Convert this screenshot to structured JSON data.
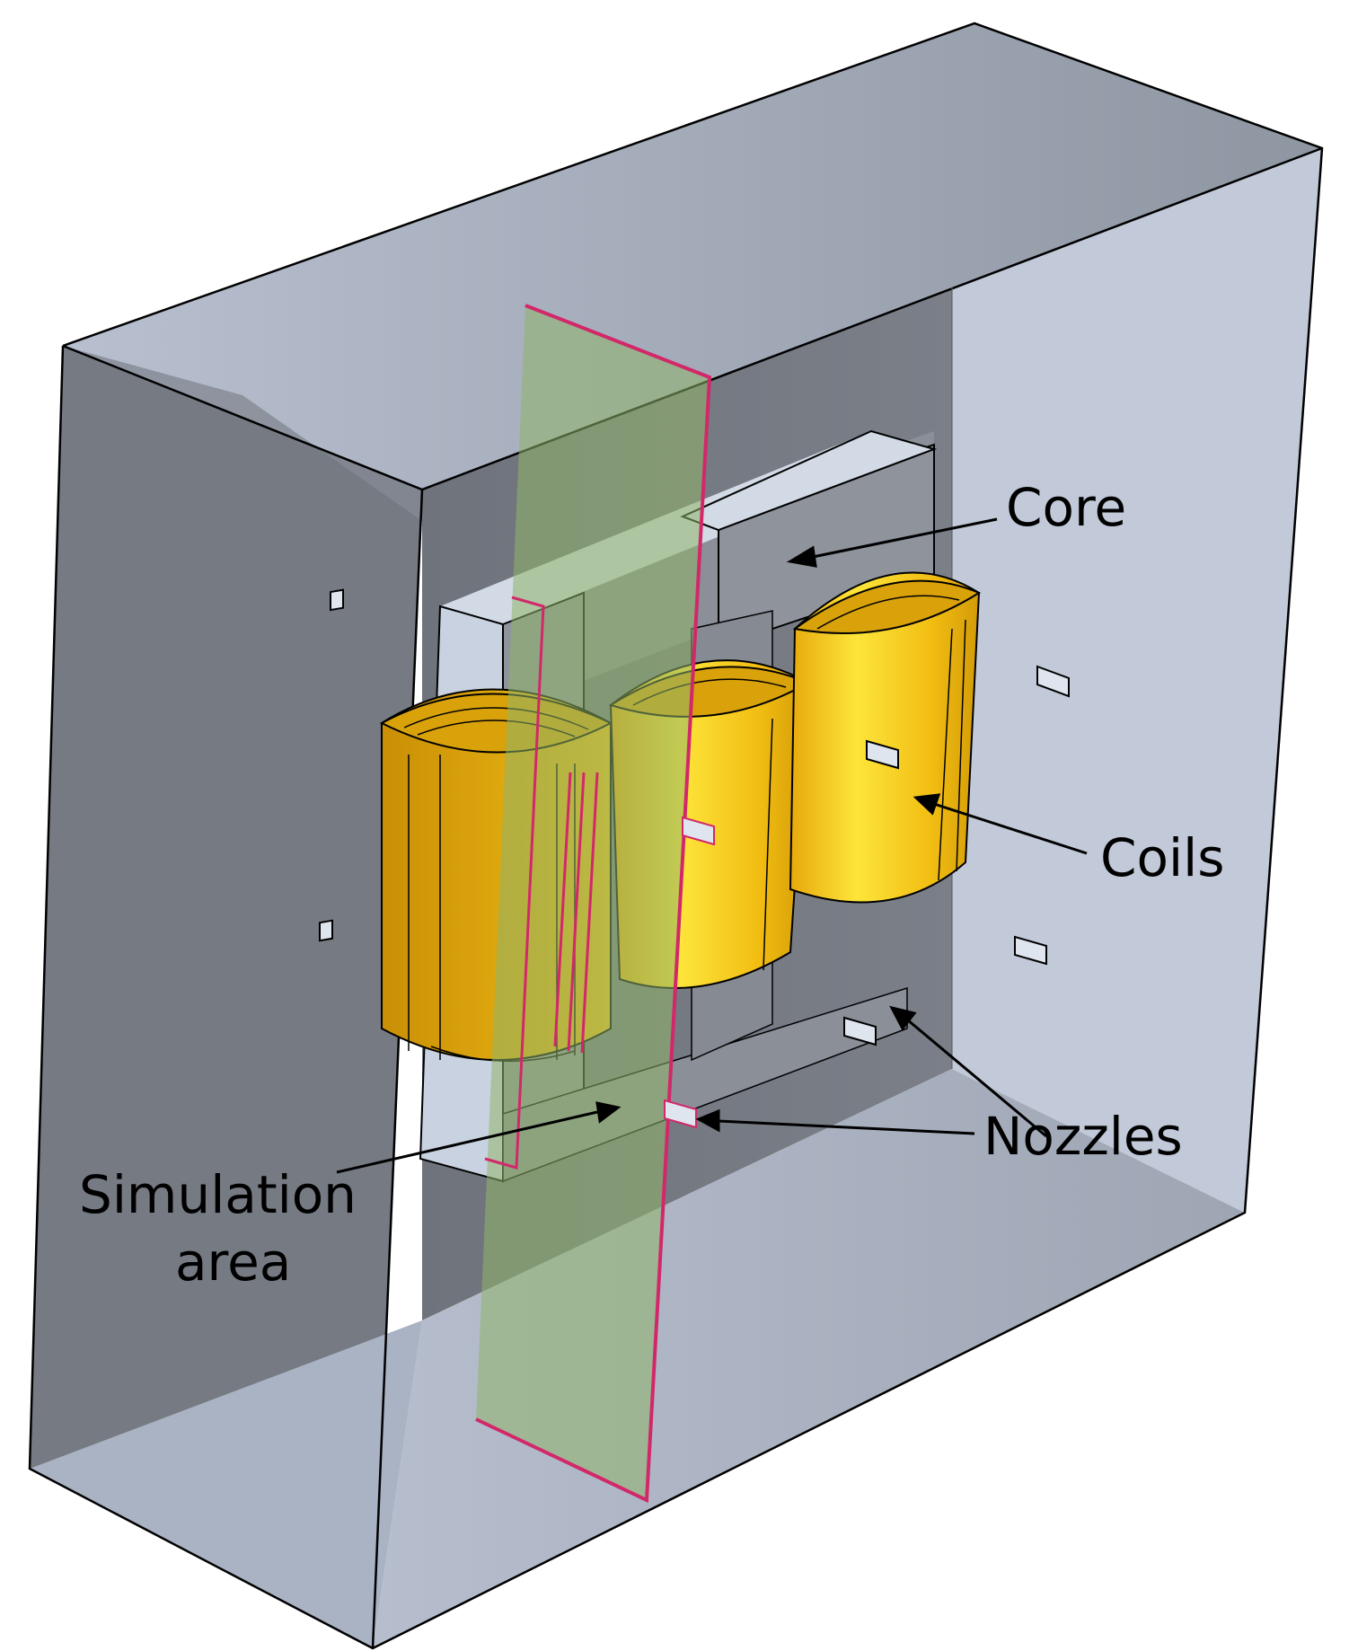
{
  "labels": {
    "core": "Core",
    "coils": "Coils",
    "nozzles": "Nozzles",
    "simulation_line1": "Simulation",
    "simulation_line2": "area"
  },
  "colors": {
    "enclosure_light": "#c2cad9",
    "enclosure_dark": "#7a7f88",
    "core": "#8a8f98",
    "core_highlight": "#d2dae6",
    "coil": "#f3c21a",
    "coil_shadow": "#c79a0c",
    "simulation_plane": "#8fb46a",
    "simulation_edge": "#d2286a",
    "outline": "#000000"
  }
}
